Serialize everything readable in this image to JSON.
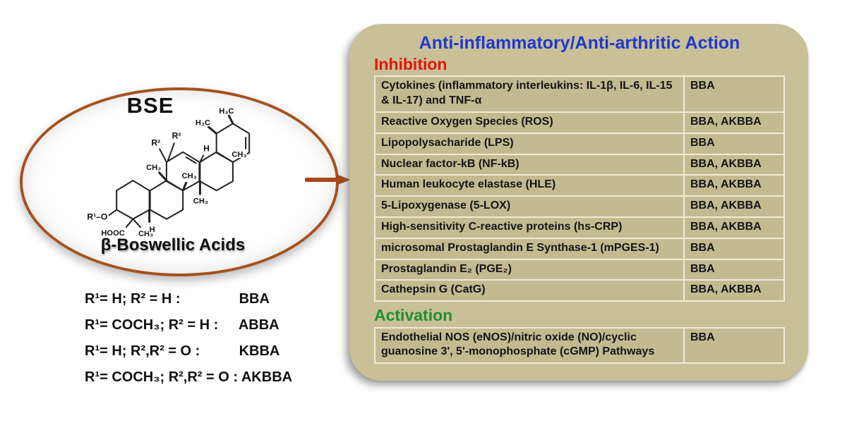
{
  "molecule_panel": {
    "name": "BSE",
    "caption": "β-Boswellic Acids",
    "structure_labels": {
      "h3c_top": "H₃C",
      "h3c_left": "H₃C",
      "ch3_ring_e": "CH₃",
      "h_upper": "H",
      "r2_upper": "R²",
      "r2_lower": "R²",
      "ch3_c_left": "CH₃",
      "ch3_c_right": "CH₃",
      "ch3_lower": "CH₃",
      "r1_o": "R¹–O",
      "hooc": "HOOC",
      "ch3_a": "CH₃",
      "h_lower": "H"
    },
    "legend": [
      {
        "definition": "R¹= H; R² = H :",
        "name": "BBA"
      },
      {
        "definition": "R¹= COCH₃; R² = H :",
        "name": "ABBA"
      },
      {
        "definition": "R¹= H; R²,R² = O :",
        "name": "KBBA"
      },
      {
        "definition": "R¹= COCH₃; R²,R² = O :",
        "name": "AKBBA"
      }
    ]
  },
  "action_panel": {
    "title": "Anti-inflammatory/Anti-arthritic Action",
    "inhibition": {
      "heading": "Inhibition",
      "rows": [
        {
          "target": "Cytokines (inflammatory interleukins: IL-1β, IL-6, IL-15 & IL-17) and TNF-α",
          "acids": "BBA"
        },
        {
          "target": "Reactive Oxygen Species (ROS)",
          "acids": "BBA, AKBBA"
        },
        {
          "target": "Lipopolysacharide (LPS)",
          "acids": "BBA"
        },
        {
          "target": "Nuclear factor-kB (NF-kB)",
          "acids": "BBA, AKBBA"
        },
        {
          "target": "Human leukocyte elastase (HLE)",
          "acids": "BBA, AKBBA"
        },
        {
          "target": "5-Lipoxygenase (5-LOX)",
          "acids": "BBA, AKBBA"
        },
        {
          "target": "High-sensitivity C-reactive proteins (hs-CRP)",
          "acids": "BBA, AKBBA"
        },
        {
          "target": "microsomal Prostaglandin E Synthase-1 (mPGES-1)",
          "acids": "BBA"
        },
        {
          "target": "Prostaglandin E₂ (PGE₂)",
          "acids": "BBA"
        },
        {
          "target": "Cathepsin G (CatG)",
          "acids": "BBA, AKBBA"
        }
      ]
    },
    "activation": {
      "heading": "Activation",
      "rows": [
        {
          "target": "Endothelial NOS (eNOS)/nitric oxide (NO)/cyclic guanosine 3', 5'-monophosphate (cGMP) Pathways",
          "acids": "BBA"
        }
      ]
    }
  },
  "colors": {
    "panel_background": "#c9c098",
    "table_cell_background": "#c3ba91",
    "table_border": "#f1ebd7",
    "title_blue": "#2138cb",
    "inhibition_red": "#e51408",
    "activation_green": "#218f30",
    "brown_accent": "#a5511f",
    "text": "#141414"
  }
}
